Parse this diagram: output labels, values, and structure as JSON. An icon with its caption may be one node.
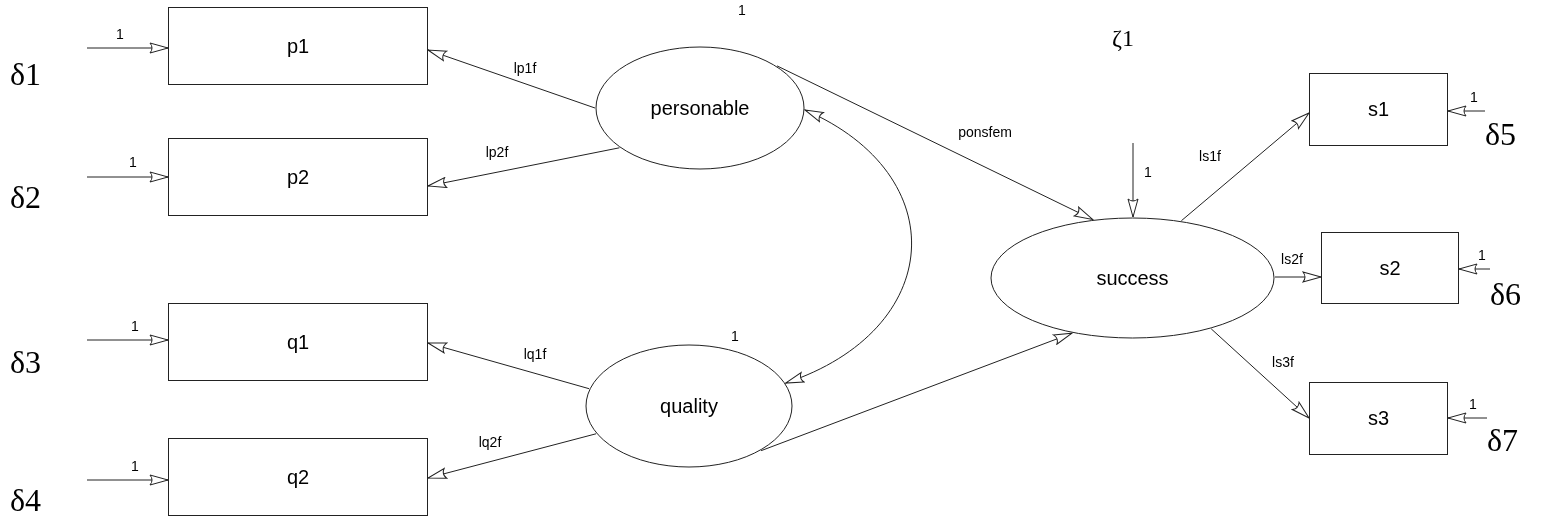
{
  "diagram": {
    "nodes": [
      {
        "text": [
          "δ1"
        ]
      },
      {
        "text": [
          "p1"
        ]
      },
      {
        "text": [
          "δ2"
        ]
      },
      {
        "text": [
          "p2"
        ]
      },
      {
        "text": [
          "δ3"
        ]
      },
      {
        "text": [
          "q1"
        ]
      },
      {
        "text": [
          "δ4"
        ]
      },
      {
        "text": [
          "q2"
        ]
      },
      {
        "text": [
          "personable"
        ],
        "beside": [
          "1"
        ]
      },
      {
        "text": [
          "quality"
        ],
        "beside": [
          "1"
        ]
      },
      {
        "text": [
          "ζ1"
        ]
      },
      {
        "text": [
          "success"
        ]
      },
      {
        "text": [
          "s1"
        ]
      },
      {
        "text": [
          "δ5"
        ]
      },
      {
        "text": [
          "s2"
        ]
      },
      {
        "text": [
          "δ6"
        ]
      },
      {
        "text": [
          "s3"
        ]
      },
      {
        "text": [
          "δ7"
        ]
      }
    ],
    "edges": [
      {
        "from": 0,
        "to": 1,
        "arrow": "to",
        "label": "1"
      },
      {
        "from": 2,
        "to": 3,
        "arrow": "to",
        "label": "1"
      },
      {
        "from": 4,
        "to": 5,
        "arrow": "to",
        "label": "1"
      },
      {
        "from": 6,
        "to": 7,
        "arrow": "to",
        "label": "1"
      },
      {
        "from": 8,
        "to": 1,
        "arrow": "to",
        "label": "lp1f"
      },
      {
        "from": 8,
        "to": 3,
        "arrow": "to",
        "label": "lp2f"
      },
      {
        "from": 9,
        "to": 5,
        "arrow": "to",
        "label": "lq1f"
      },
      {
        "from": 9,
        "to": 7,
        "arrow": "to",
        "label": "lq2f"
      },
      {
        "from": 8,
        "to": 9,
        "arrow": "both"
      },
      {
        "from": 8,
        "to": 11,
        "arrow": "to",
        "label": "ponsfem"
      },
      {
        "from": 9,
        "to": 11,
        "arrow": "to"
      },
      {
        "from": 10,
        "to": 11,
        "arrow": "to",
        "label": "1"
      },
      {
        "from": 11,
        "to": 12,
        "arrow": "to",
        "label": "ls1f"
      },
      {
        "from": 11,
        "to": 14,
        "arrow": "to",
        "label": "ls2f"
      },
      {
        "from": 11,
        "to": 16,
        "arrow": "to",
        "label": "ls3f"
      },
      {
        "from": 13,
        "to": 12,
        "arrow": "to",
        "label": "1"
      },
      {
        "from": 15,
        "to": 14,
        "arrow": "to",
        "label": "1"
      },
      {
        "from": 17,
        "to": 16,
        "arrow": "to",
        "label": "1"
      }
    ]
  }
}
